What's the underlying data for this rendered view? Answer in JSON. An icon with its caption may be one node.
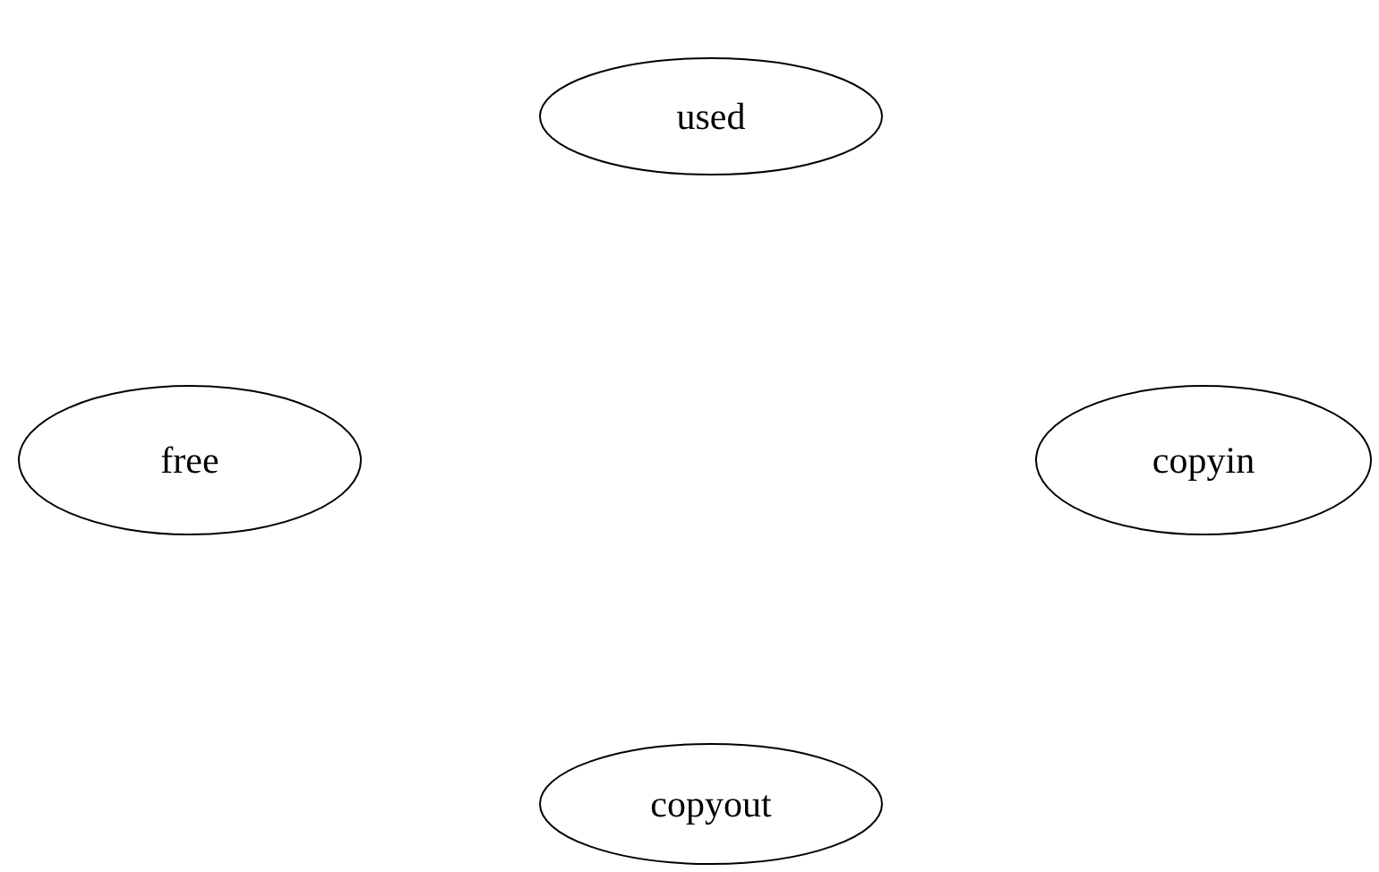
{
  "diagram": {
    "nodes": [
      {
        "text": [
          "used"
        ]
      },
      {
        "text": [
          "free"
        ]
      },
      {
        "text": [
          "copyin"
        ]
      },
      {
        "text": [
          "copyout"
        ]
      }
    ]
  }
}
